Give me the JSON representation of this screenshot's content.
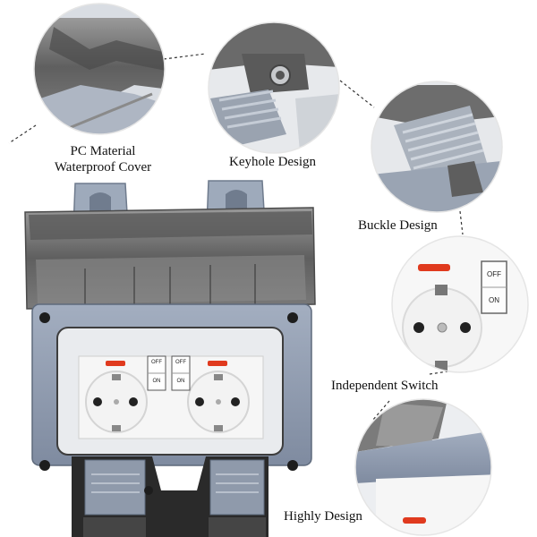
{
  "labels": {
    "waterproof_cover_line1": "PC Material",
    "waterproof_cover_line2": "Waterproof Cover",
    "keyhole": "Keyhole Design",
    "buckle": "Buckle Design",
    "switch": "Independent Switch",
    "highly": "Highly Design"
  },
  "switch_text": {
    "off": "OFF",
    "on": "ON"
  },
  "colors": {
    "housing": "#8d99ab",
    "cover_smoke": "#6e6e6e",
    "socket_white": "#f4f4f4",
    "indicator_red": "#e03a1e",
    "dash_line": "#333333"
  }
}
